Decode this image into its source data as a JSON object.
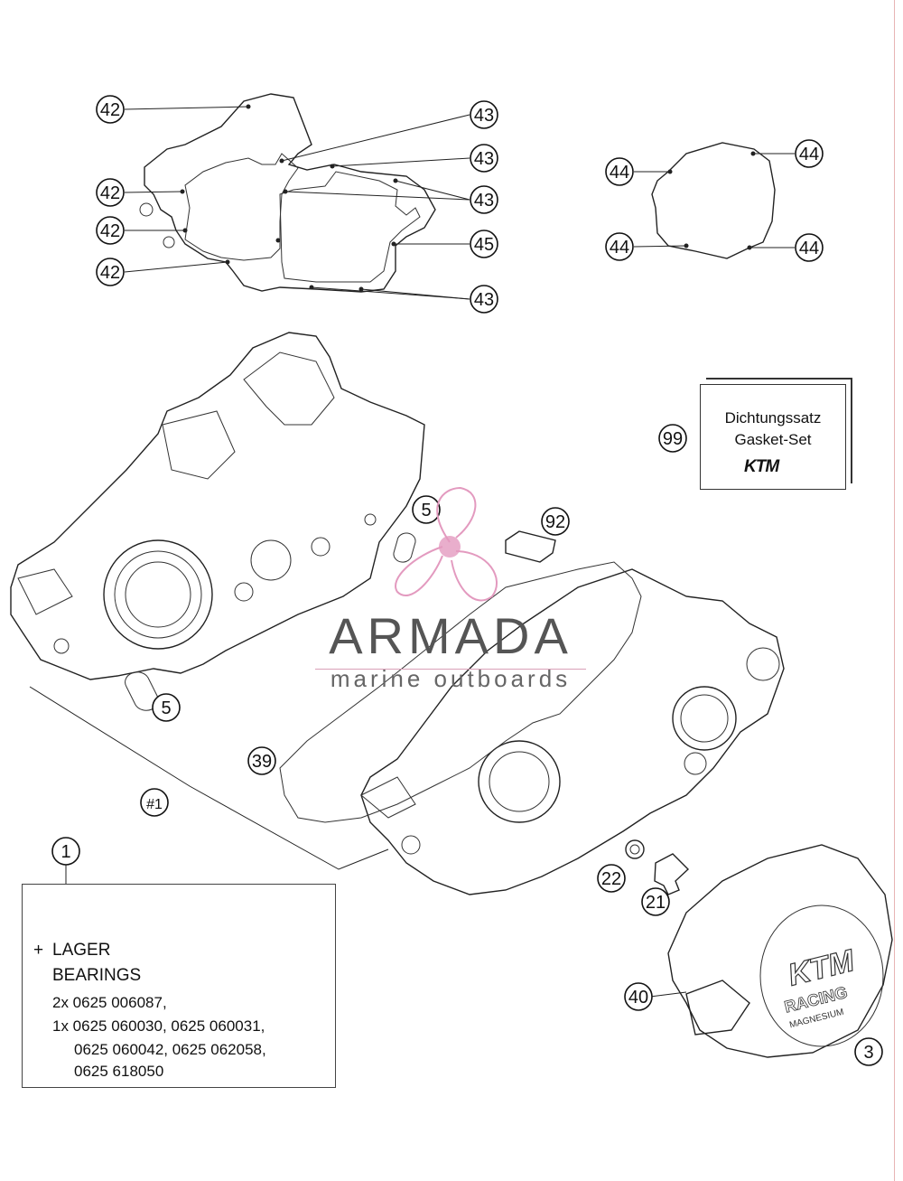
{
  "callouts": {
    "c42": "42",
    "c43": "43",
    "c44": "44",
    "c45": "45",
    "c99": "99",
    "c5": "5",
    "c92": "92",
    "c39": "39",
    "c1hash": "#1",
    "c1": "1",
    "c22": "22",
    "c21": "21",
    "c40": "40",
    "c3": "3"
  },
  "gasket_set": {
    "line1": "Dichtungssatz",
    "line2": "Gasket-Set",
    "logo": "KTM"
  },
  "legend": {
    "ref_hash": "#1",
    "ref_5": "5",
    "plus": "+",
    "title_de": "LAGER",
    "title_en": "BEARINGS",
    "parts": [
      "2x 0625 006087,",
      "1x 0625 060030, 0625 060031,",
      "0625 060042, 0625 062058,",
      "0625 618050"
    ]
  },
  "cover_logo": {
    "brand": "KTM",
    "line2": "RACING",
    "line3": "MAGNESIUM"
  },
  "watermark": {
    "name": "ARMADA",
    "tagline": "marine outboards",
    "color": "#e39abf"
  }
}
